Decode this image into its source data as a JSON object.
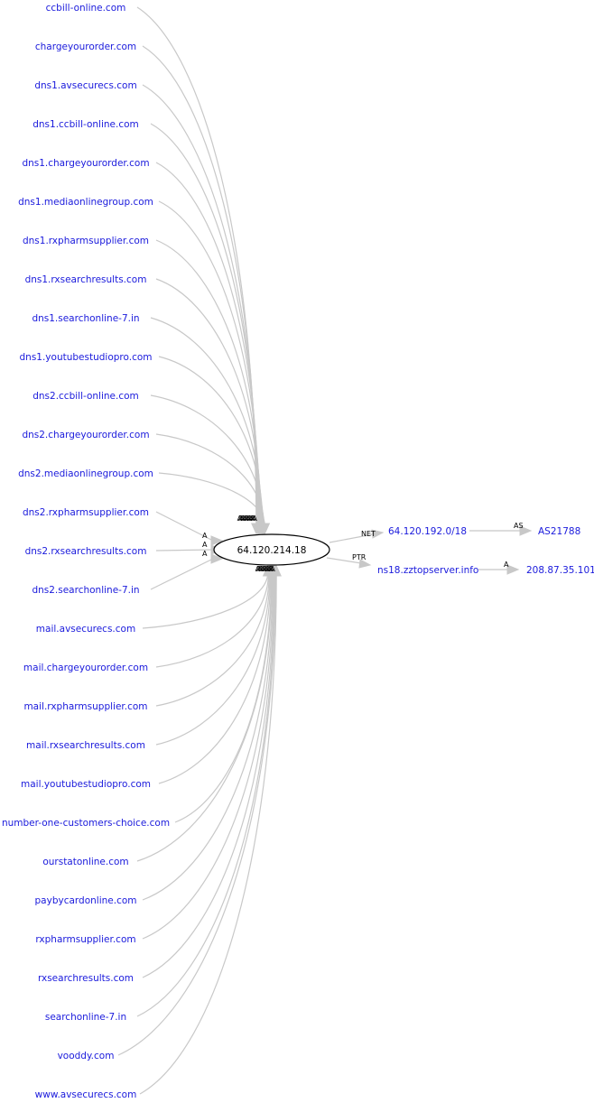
{
  "graph": {
    "center": {
      "label": "64.120.214.18"
    },
    "left_edge_label": "A",
    "domains": [
      "ccbill-online.com",
      "chargeyourorder.com",
      "dns1.avsecurecs.com",
      "dns1.ccbill-online.com",
      "dns1.chargeyourorder.com",
      "dns1.mediaonlinegroup.com",
      "dns1.rxpharmsupplier.com",
      "dns1.rxsearchresults.com",
      "dns1.searchonline-7.in",
      "dns1.youtubestudiopro.com",
      "dns2.ccbill-online.com",
      "dns2.chargeyourorder.com",
      "dns2.mediaonlinegroup.com",
      "dns2.rxpharmsupplier.com",
      "dns2.rxsearchresults.com",
      "dns2.searchonline-7.in",
      "mail.avsecurecs.com",
      "mail.chargeyourorder.com",
      "mail.rxpharmsupplier.com",
      "mail.rxsearchresults.com",
      "mail.youtubestudiopro.com",
      "number-one-customers-choice.com",
      "ourstatonline.com",
      "paybycardonline.com",
      "rxpharmsupplier.com",
      "rxsearchresults.com",
      "searchonline-7.in",
      "vooddy.com",
      "www.avsecurecs.com"
    ],
    "right": {
      "net": {
        "edge_label": "NET",
        "label": "64.120.192.0/18"
      },
      "as": {
        "edge_label": "AS",
        "label": "AS21788"
      },
      "ptr": {
        "edge_label": "PTR",
        "label": "ns18.zztopserver.info"
      },
      "ptr_a": {
        "edge_label": "A",
        "label": "208.87.35.101"
      }
    },
    "colors": {
      "node_text": "#1a1adc",
      "edge": "#c8c8c8",
      "center_outline": "#000000"
    }
  }
}
